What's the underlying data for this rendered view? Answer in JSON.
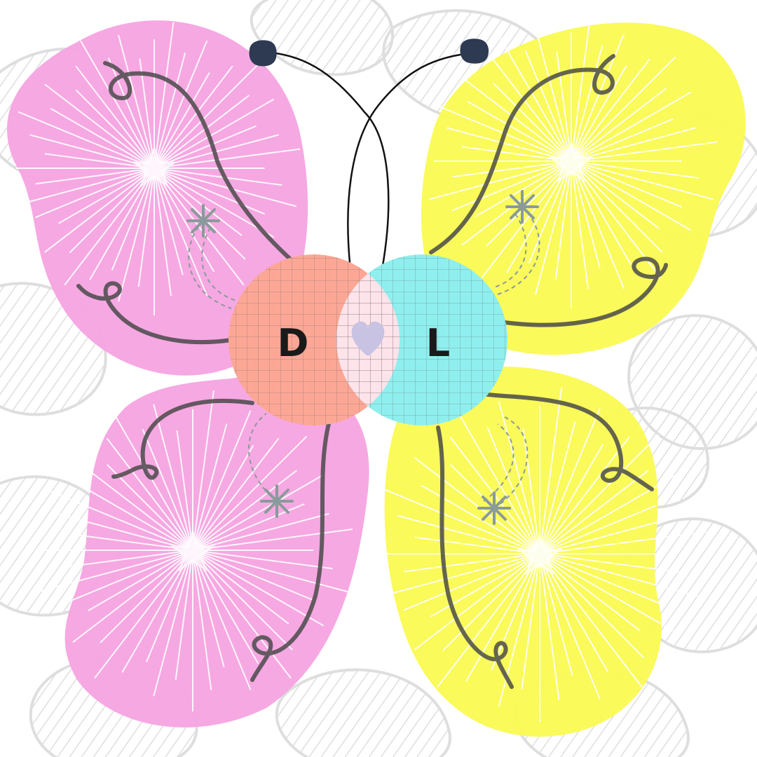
{
  "butterfly": {
    "left_letter": "D",
    "right_letter": "L",
    "center_symbol": "heart",
    "colors": {
      "background": "#ffffff",
      "background_pattern": "#dedede",
      "left_wing": "#f5a3e0",
      "right_wing": "#fafa52",
      "left_circle": "#fca796",
      "right_circle": "#8fefee",
      "overlap": "#fde3ea",
      "heart": "#c8c2e3",
      "swirl": "#4a4a4a",
      "antenna": "#111111",
      "antenna_tip": "#2e3a52",
      "sparkle": "#8a9a9a",
      "letter": "#1a1a1a",
      "grid": "#555555"
    }
  }
}
